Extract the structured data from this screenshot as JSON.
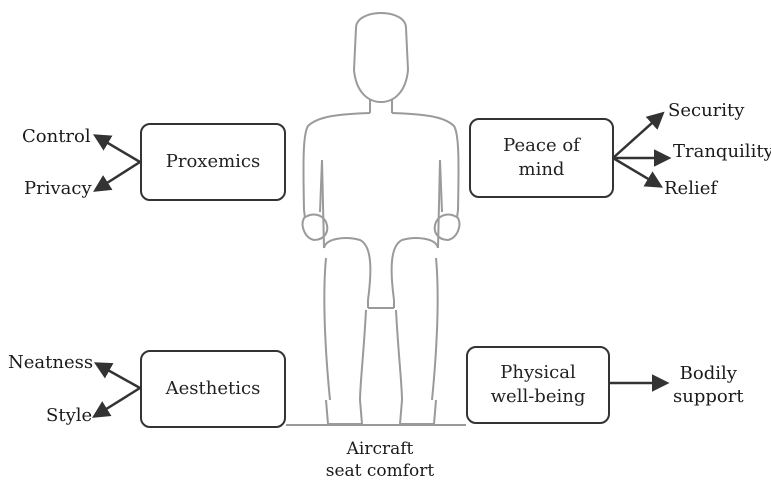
{
  "concepts": {
    "proxemics": {
      "label": "Proxemics",
      "outcomes": [
        "Control",
        "Privacy"
      ]
    },
    "peace_of_mind": {
      "label_line1": "Peace of",
      "label_line2": "mind",
      "outcomes": [
        "Security",
        "Tranquility",
        "Relief"
      ]
    },
    "aesthetics": {
      "label": "Aesthetics",
      "outcomes": [
        "Neatness",
        "Style"
      ]
    },
    "physical": {
      "label_line1": "Physical",
      "label_line2": "well-being",
      "outcome_line1": "Bodily",
      "outcome_line2": "support"
    }
  },
  "caption": {
    "line1": "Aircraft",
    "line2": "seat comfort"
  },
  "colors": {
    "stroke": "#333333",
    "figure": "#9a9a9a"
  }
}
